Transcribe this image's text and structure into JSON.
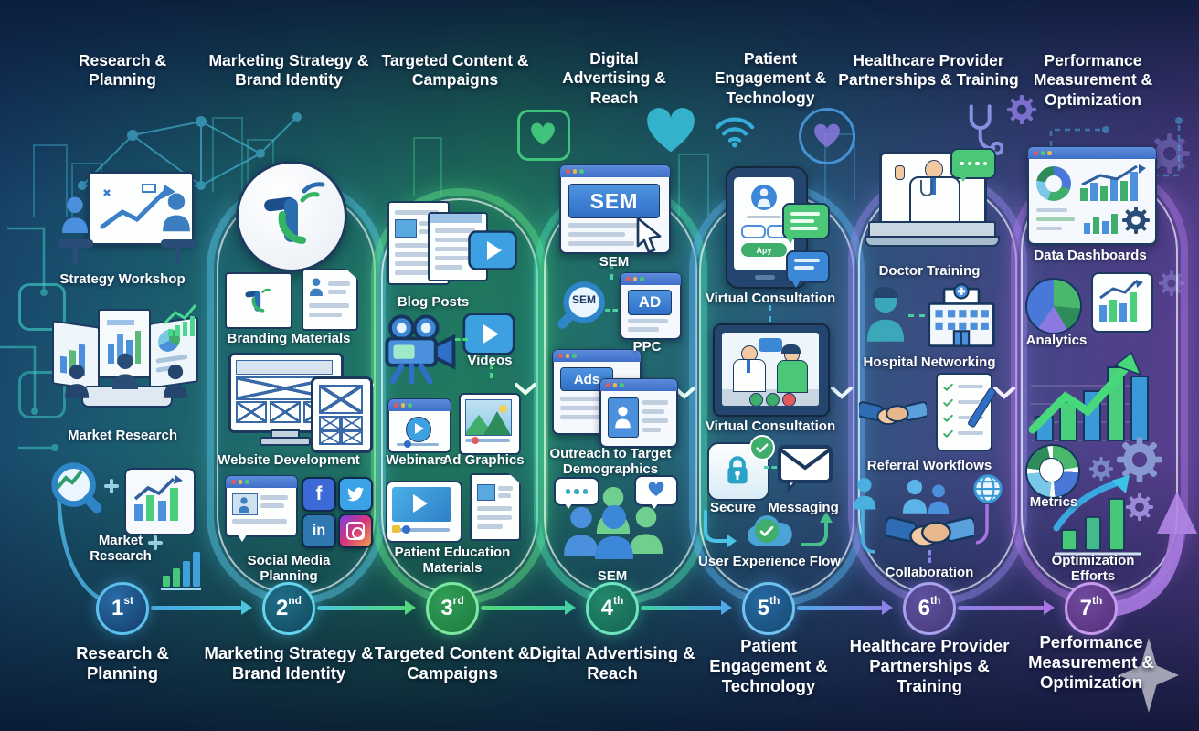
{
  "steps": [
    {
      "number": "1",
      "suffix": "st",
      "title": "Research & Planning",
      "accent": "#46a8e0",
      "items": [
        {
          "label": "Strategy Workshop"
        },
        {
          "label": "Market Research"
        },
        {
          "label": "Market Research"
        }
      ]
    },
    {
      "number": "2",
      "suffix": "nd",
      "title": "Marketing Strategy & Brand Identity",
      "accent": "#4fc4e0",
      "items": [
        {
          "label": "Branding Materials"
        },
        {
          "label": "Website Development"
        },
        {
          "label": "Social Media Planning"
        }
      ]
    },
    {
      "number": "3",
      "suffix": "rd",
      "title": "Targeted Content & Campaigns",
      "accent": "#52d87e",
      "items": [
        {
          "label": "Blog Posts"
        },
        {
          "label": "Videos"
        },
        {
          "label": "Webinars"
        },
        {
          "label": "Ad Graphics"
        },
        {
          "label": "Patient Education Materials"
        }
      ]
    },
    {
      "number": "4",
      "suffix": "th",
      "title": "Digital Advertising & Reach",
      "accent": "#41d1a2",
      "items": [
        {
          "label": "SEM"
        },
        {
          "label": "PPC"
        },
        {
          "label": "Outreach to Target Demographics"
        },
        {
          "label": "SEM"
        }
      ]
    },
    {
      "number": "5",
      "suffix": "th",
      "title": "Patient Engagement & Technology",
      "accent": "#4fa9e8",
      "items": [
        {
          "label": "Virtual Consultation"
        },
        {
          "label": "Virtual Consultation"
        },
        {
          "label": "Secure"
        },
        {
          "label": "Messaging"
        },
        {
          "label": "User Experience Flow"
        }
      ]
    },
    {
      "number": "6",
      "suffix": "th",
      "title": "Healthcare Provider Partnerships & Training",
      "accent": "#8b82e6",
      "items": [
        {
          "label": "Doctor Training"
        },
        {
          "label": "Hospital Networking"
        },
        {
          "label": "Referral Workflows"
        },
        {
          "label": "Collaboration"
        }
      ]
    },
    {
      "number": "7",
      "suffix": "th",
      "title": "Performance Measurement & Optimization",
      "accent": "#a873e2",
      "items": [
        {
          "label": "Data Dashboards"
        },
        {
          "label": "Analytics"
        },
        {
          "label": "Metrics"
        },
        {
          "label": "Optimization Efforts"
        }
      ]
    }
  ],
  "icon_texts": {
    "sem_browser": "SEM",
    "sem_magnifier": "SEM",
    "ppc_ad": "AD",
    "ads_banner": "Ads",
    "phone_button": "Apy",
    "facebook": "f",
    "linkedin": "in"
  },
  "palette": {
    "blue": "#46a8e0",
    "green": "#52d87e",
    "teal": "#41d1a2",
    "purple": "#a873e2",
    "navy_bg": "#17406b"
  }
}
